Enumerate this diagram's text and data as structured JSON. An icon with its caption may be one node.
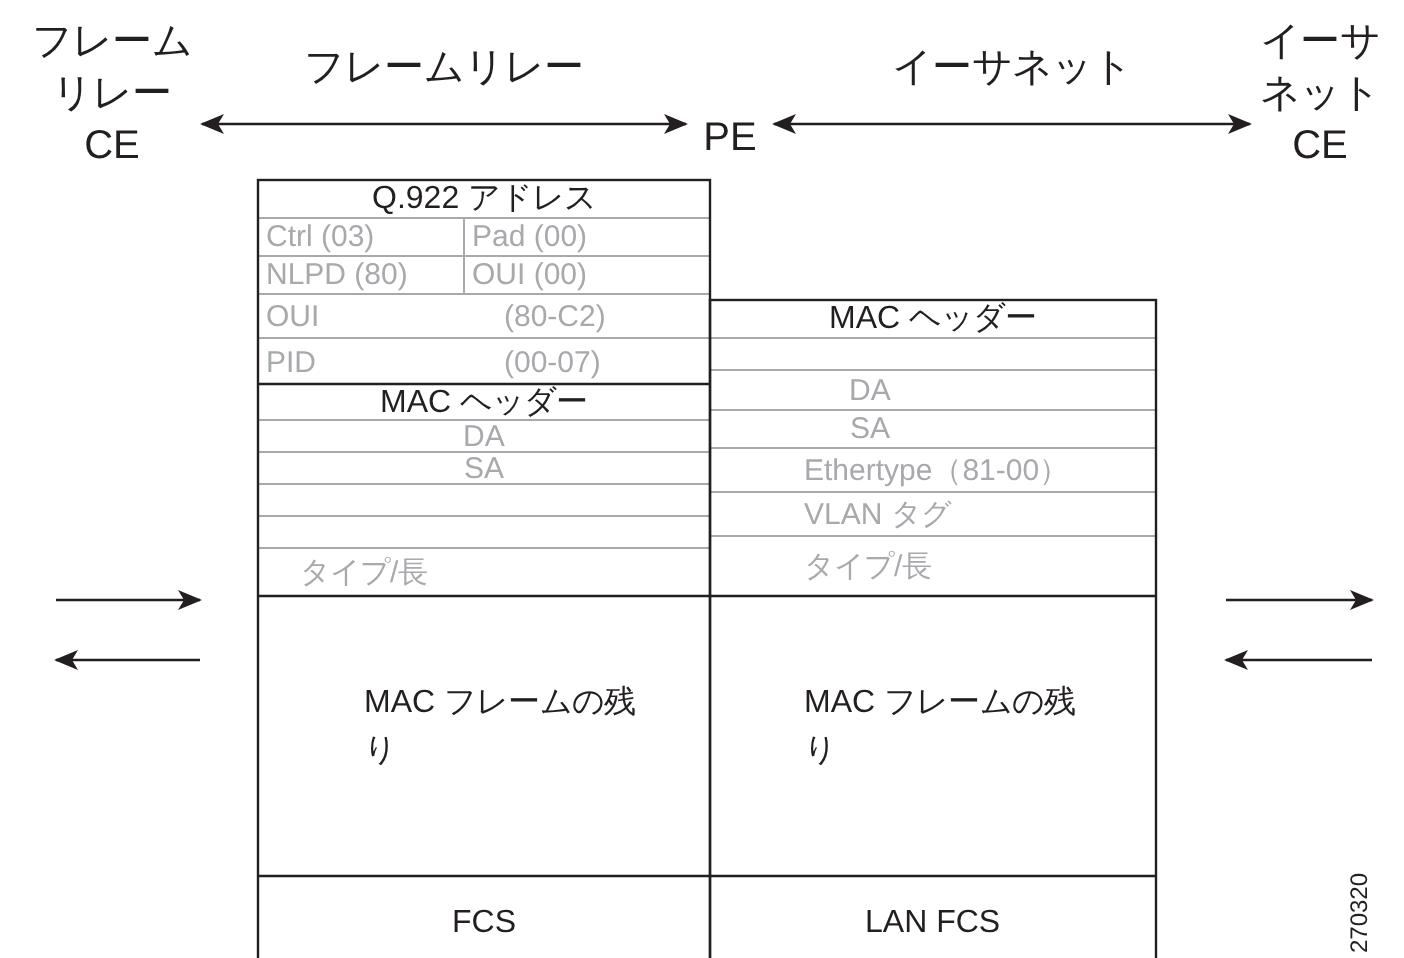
{
  "diagram": {
    "nodes": [
      {
        "text": [
          "フレームリレー CE"
        ]
      },
      {
        "text": [
          "PE"
        ]
      },
      {
        "text": [
          "イーサネット CE"
        ]
      }
    ],
    "edges": [
      {
        "from": 0,
        "to": 1,
        "arrow": "both",
        "label": "フレームリレー"
      },
      {
        "from": 1,
        "to": 2,
        "arrow": "both",
        "label": "イーサネット"
      }
    ],
    "labels": [
      "Q.922 アドレス",
      "Ctrl (03)",
      "Pad (00)",
      "NLPD (80)",
      "OUI (00)",
      "OUI",
      "(80-C2)",
      "PID",
      "(00-07)",
      "MAC ヘッダー",
      "DA",
      "SA",
      "タイプ/長",
      "MAC ヘッダー",
      "DA",
      "SA",
      "Ethertype（81-00）",
      "VLAN タグ",
      "タイプ/長",
      "MAC フレームの残り",
      "MAC フレームの残り",
      "FCS",
      "LAN FCS",
      "270320"
    ]
  }
}
